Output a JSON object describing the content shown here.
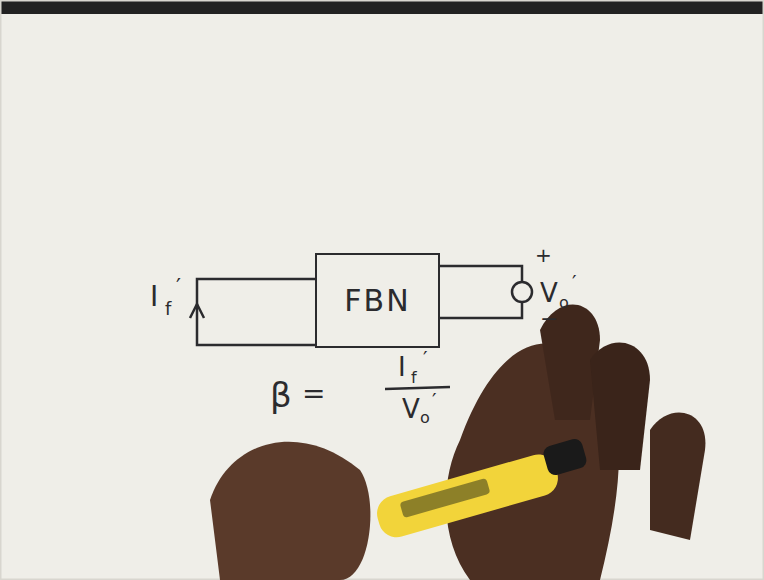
{
  "diagram": {
    "nodes": [
      {
        "text": [
          "FBN"
        ]
      }
    ],
    "labels": [
      "I",
      "f",
      "′",
      "+",
      "V",
      "o",
      "′",
      "−",
      "β",
      "=",
      "I",
      "f",
      "′",
      "V",
      "o",
      "′"
    ]
  }
}
